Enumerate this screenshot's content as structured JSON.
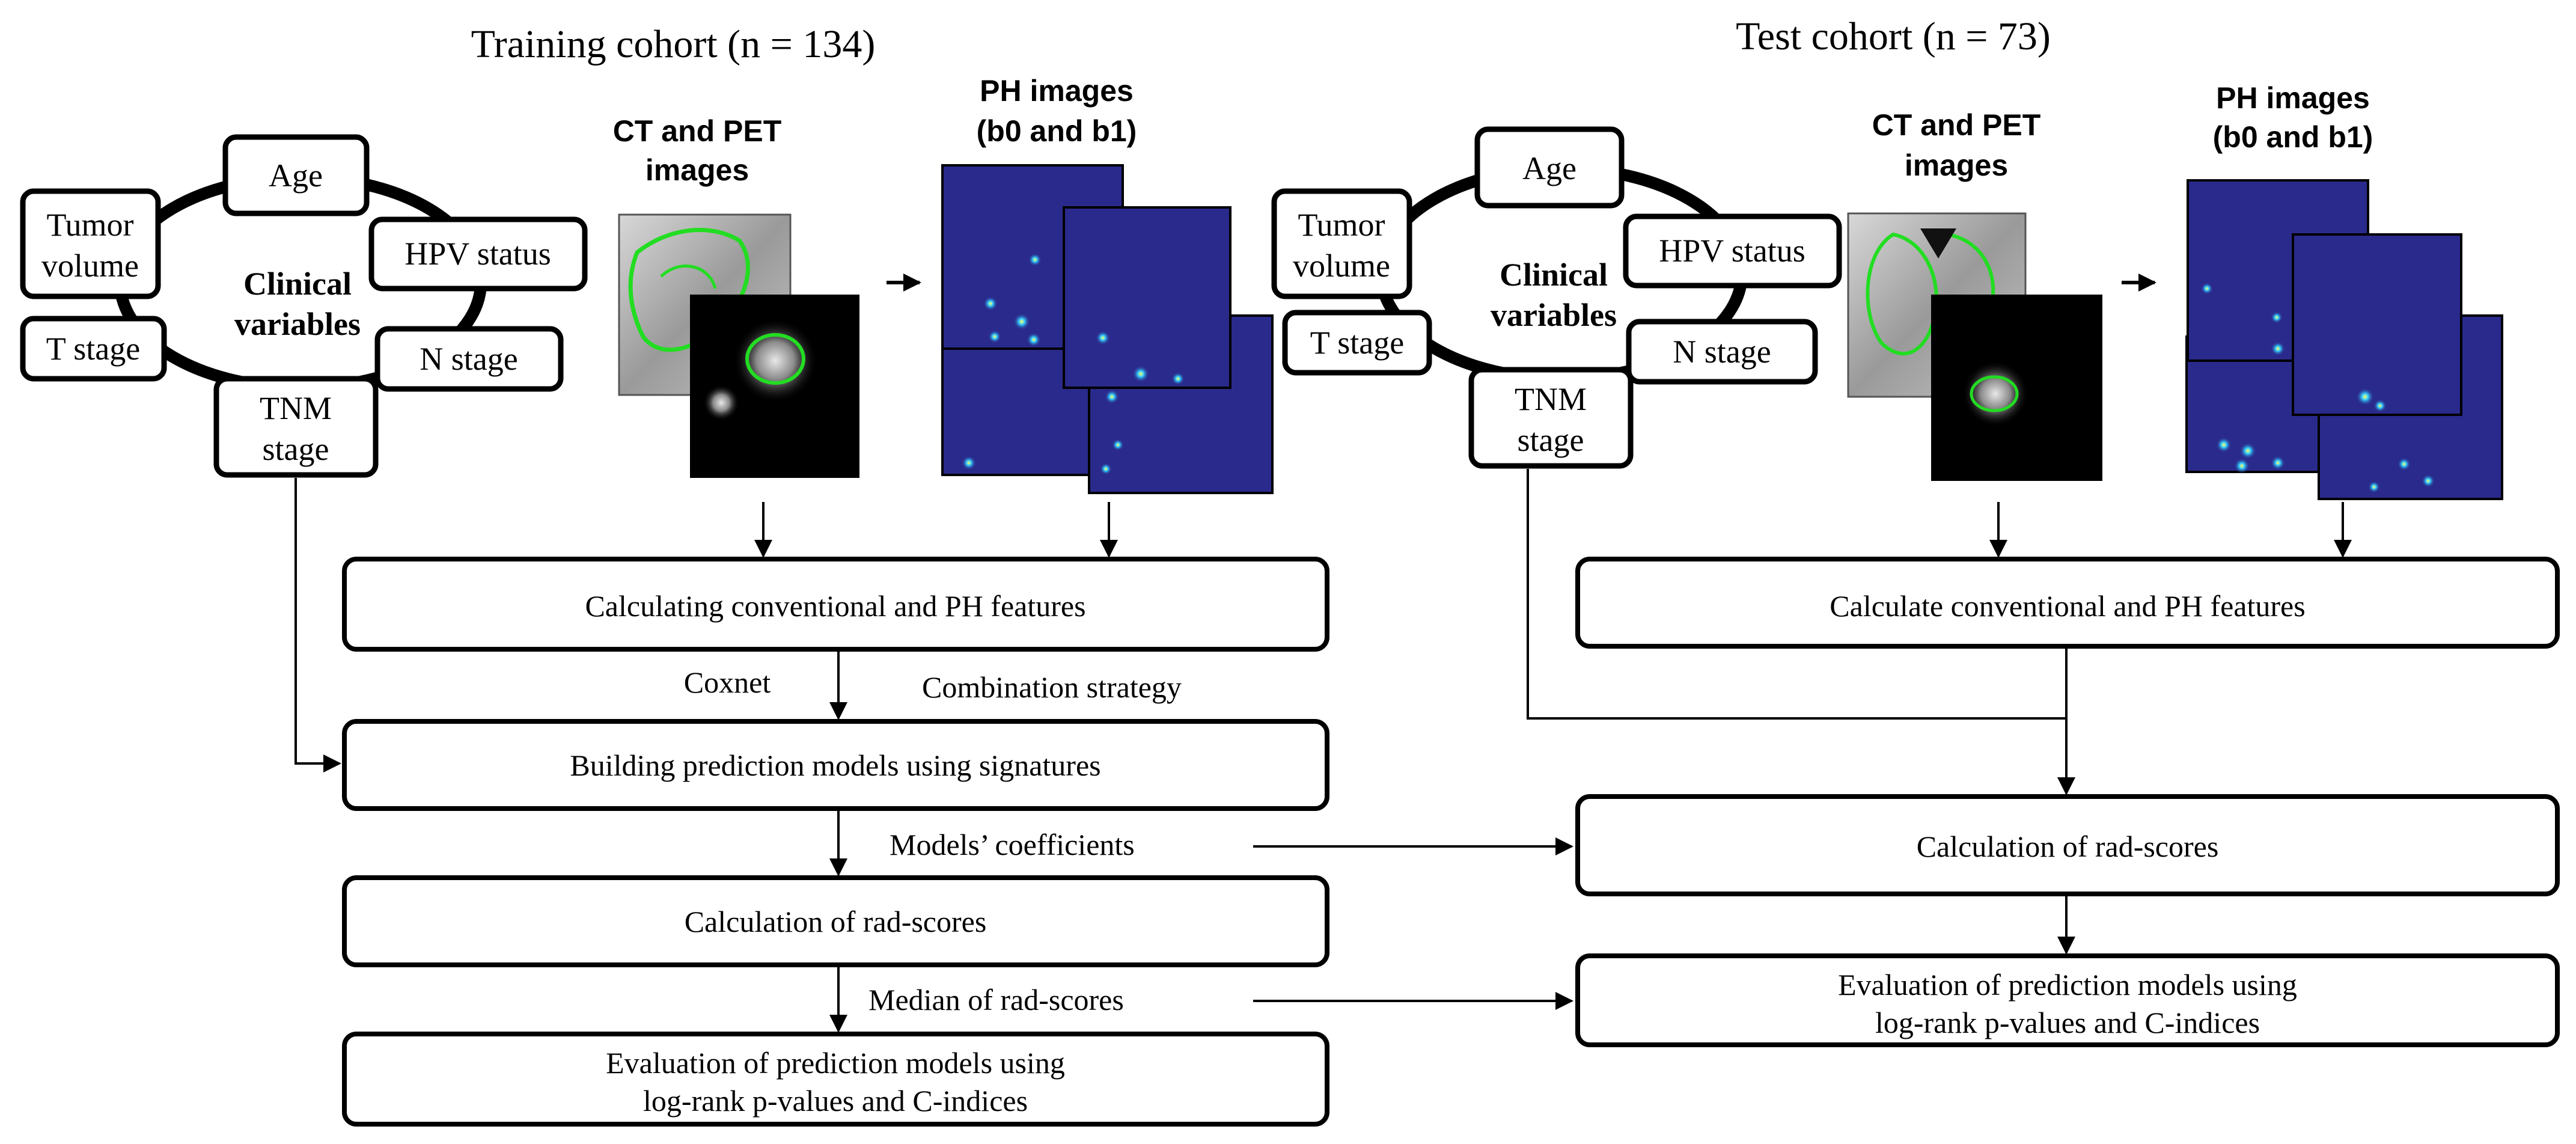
{
  "training": {
    "title": "Training cohort (n = 134)",
    "clinical": {
      "center_line1": "Clinical",
      "center_line2": "variables",
      "age": "Age",
      "tumor_line1": "Tumor",
      "tumor_line2": "volume",
      "hpv": "HPV status",
      "t_stage": "T stage",
      "n_stage": "N stage",
      "tnm_line1": "TNM",
      "tnm_line2": "stage"
    },
    "ct_pet_line1": "CT and PET",
    "ct_pet_line2": "images",
    "ph_line1": "PH images",
    "ph_line2": "(b0 and b1)",
    "box_features": "Calculating conventional and PH features",
    "label_coxnet": "Coxnet",
    "label_combination": "Combination strategy",
    "box_build": "Building prediction models using signatures",
    "label_coefficients": "Models’ coefficients",
    "box_radscores": "Calculation of rad-scores",
    "label_median": "Median of rad-scores",
    "box_eval_line1": "Evaluation of prediction models using",
    "box_eval_line2": "log-rank p-values and C-indices"
  },
  "test": {
    "title": "Test cohort (n = 73)",
    "clinical": {
      "center_line1": "Clinical",
      "center_line2": "variables",
      "age": "Age",
      "tumor_line1": "Tumor",
      "tumor_line2": "volume",
      "hpv": "HPV status",
      "t_stage": "T stage",
      "n_stage": "N stage",
      "tnm_line1": "TNM",
      "tnm_line2": "stage"
    },
    "ct_pet_line1": "CT and PET",
    "ct_pet_line2": "images",
    "ph_line1": "PH images",
    "ph_line2": "(b0 and b1)",
    "box_features": "Calculate conventional and PH features",
    "box_radscores": "Calculation of rad-scores",
    "box_eval_line1": "Evaluation of prediction models using",
    "box_eval_line2": "log-rank p-values and C-indices"
  },
  "colors": {
    "ph_background": "#2a2a8c",
    "contour_green": "#22dd22",
    "stroke": "#000000"
  }
}
